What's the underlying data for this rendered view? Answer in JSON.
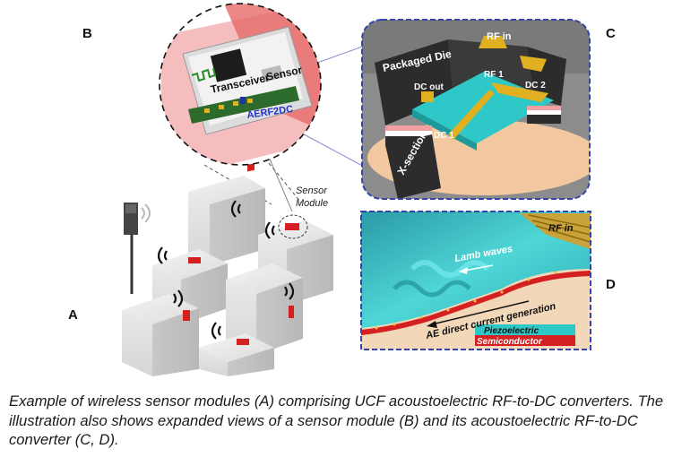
{
  "panels": {
    "a": "A",
    "b": "B",
    "c": "C",
    "d": "D"
  },
  "labels": {
    "sensor_module": [
      "Sensor",
      "Module"
    ],
    "transceiver": "Transceiver",
    "sensor": "Sensor",
    "aerf2dc": "AERF2DC",
    "packaged_die": "Packaged Die",
    "rf_in_c": "RF in",
    "rf_1": "RF 1",
    "dc_out": "DC out",
    "dc_2": "DC 2",
    "dc_1": "DC 1",
    "x_section": "X-section",
    "rf_in_d": "RF in",
    "lamb_waves": "Lamb waves",
    "ae_current": "AE direct current generation",
    "piezoelectric": "Piezoelectric",
    "semiconductor": "Semiconductor"
  },
  "colors": {
    "piezo": "#2ec8c8",
    "semiconductor": "#d42020",
    "accent_border": "#3344aa",
    "sensor_red": "#d42020",
    "gold": "#e0b020"
  },
  "caption": "Example of wireless sensor modules (A) comprising UCF acoustoelectric RF-to-DC converters. The illustration also shows expanded views of a sensor module (B) and its acoustoelectric RF-to-DC converter (C, D)."
}
